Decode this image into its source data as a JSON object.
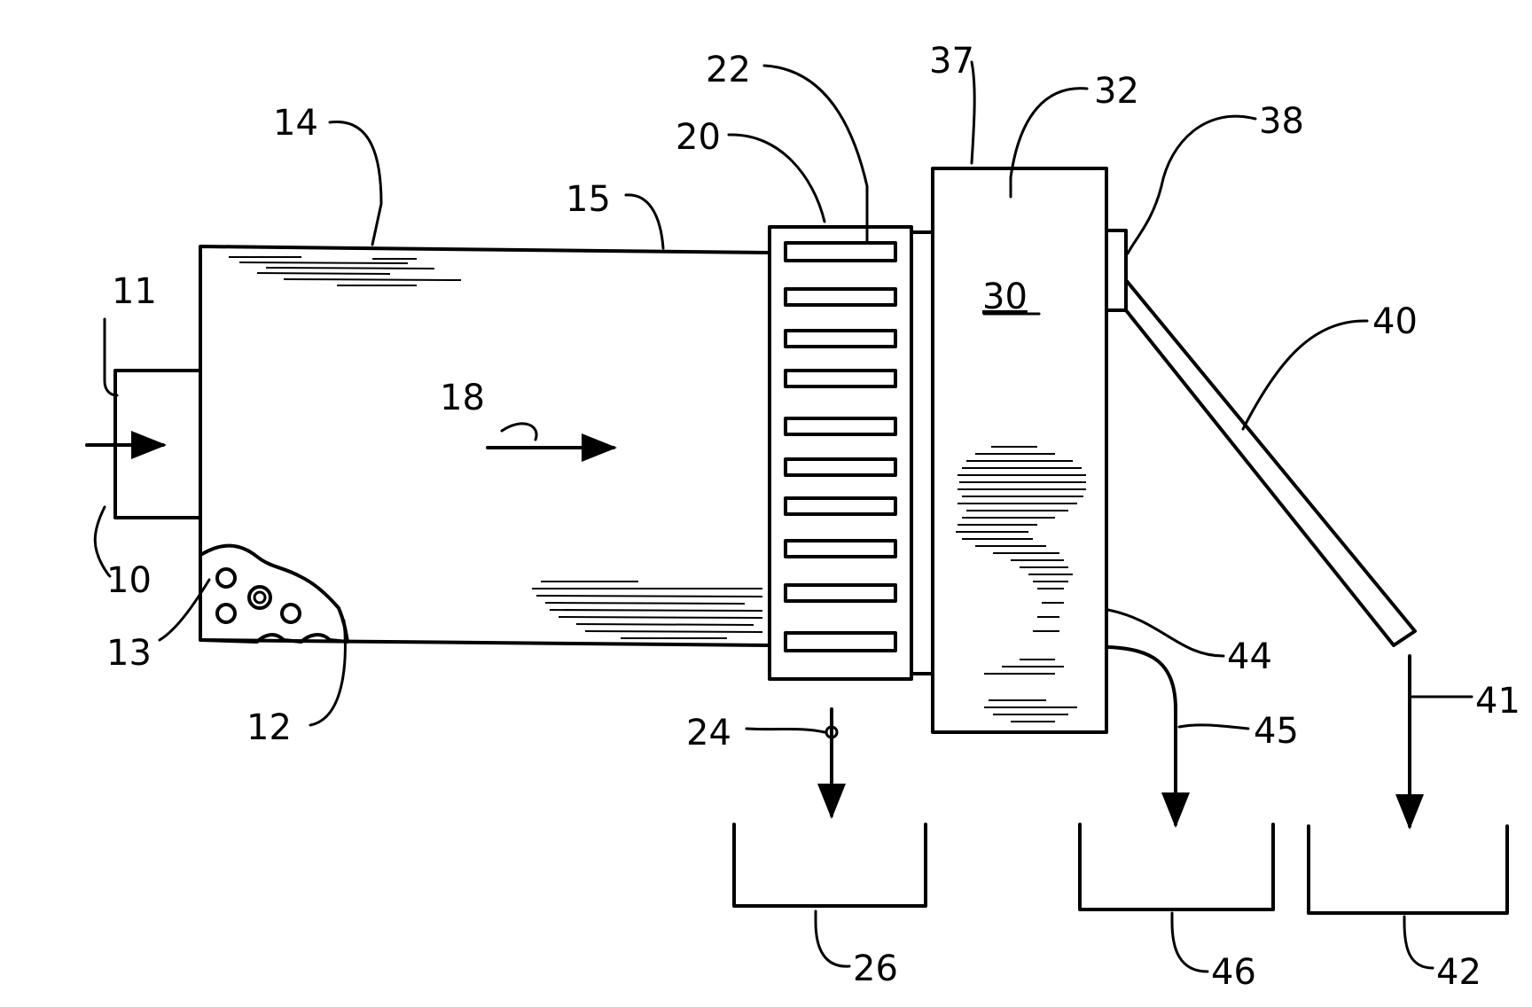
{
  "diagram": {
    "labels": {
      "l10": "10",
      "l11": "11",
      "l12": "12",
      "l13": "13",
      "l14": "14",
      "l15": "15",
      "l18": "18",
      "l20": "20",
      "l22": "22",
      "l24": "24",
      "l26": "26",
      "l30": "30",
      "l32": "32",
      "l37": "37",
      "l38": "38",
      "l40": "40",
      "l41": "41",
      "l42": "42",
      "l44": "44",
      "l45": "45",
      "l46": "46"
    }
  }
}
